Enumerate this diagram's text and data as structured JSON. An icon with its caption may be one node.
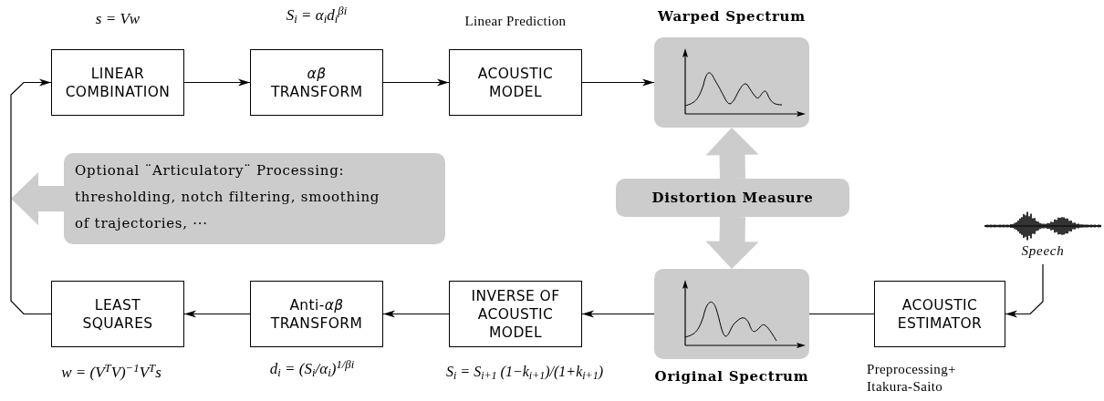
{
  "diagram": {
    "nodes": [
      {
        "text": [
          "LINEAR COMBINATION"
        ],
        "beside": [
          "s = Vw"
        ]
      },
      {
        "text": [
          "*αβ* TRANSFORM"
        ],
        "beside": [
          "S$_{i}$ = α$_{i}$d$_{i}$$^{βi}$"
        ]
      },
      {
        "text": [
          "ACOUSTIC MODEL"
        ],
        "beside": [
          "Linear Prediction"
        ]
      },
      {
        "text": [
          "Warped Spectrum"
        ]
      },
      {
        "text": [
          "Optional ¨Articulatory¨ Processing: thresholding, notch filtering, smoothing of trajectories, ···"
        ]
      },
      {
        "text": [
          "Distortion Measure"
        ]
      },
      {
        "text": [
          "Speech"
        ]
      },
      {
        "text": [
          "LEAST SQUARES"
        ],
        "beside": [
          "w = (V$^{T}$V)$^{−1}$V$^{T}$s"
        ]
      },
      {
        "text": [
          "Anti-*αβ* TRANSFORM"
        ],
        "beside": [
          "d$_{i}$ = (S$_{i}$/α$_{i}$)$^{1/βi}$"
        ]
      },
      {
        "text": [
          "INVERSE OF ACOUSTIC MODEL"
        ],
        "beside": [
          "S$_{i}$ = S$_{i+1}$ (1−k$_{i+1}$)/(1+k$_{i+1}$)"
        ]
      },
      {
        "text": [
          "Original Spectrum"
        ]
      },
      {
        "text": [
          "ACOUSTIC ESTIMATOR"
        ],
        "beside": [
          "Preprocessing+ Itakura-Saito"
        ]
      }
    ],
    "edges": [
      {
        "from": 0,
        "to": 1,
        "arrow": "to"
      },
      {
        "from": 1,
        "to": 2,
        "arrow": "to"
      },
      {
        "from": 2,
        "to": 3,
        "arrow": "to"
      },
      {
        "from": 5,
        "to": 3,
        "arrow": "to",
        "style": "thick",
        "color": "#cccccc"
      },
      {
        "from": 5,
        "to": 10,
        "arrow": "to",
        "style": "thick",
        "color": "#cccccc"
      },
      {
        "from": 4,
        "to": null,
        "arrow": "to",
        "style": "thick",
        "color": "#cccccc"
      },
      {
        "from": 6,
        "to": 11,
        "arrow": "to"
      },
      {
        "from": 11,
        "to": 10,
        "arrow": "none"
      },
      {
        "from": 10,
        "to": 9,
        "arrow": "to"
      },
      {
        "from": 9,
        "to": 8,
        "arrow": "to"
      },
      {
        "from": 8,
        "to": 7,
        "arrow": "to"
      },
      {
        "from": 7,
        "to": 0,
        "arrow": "to"
      }
    ]
  }
}
